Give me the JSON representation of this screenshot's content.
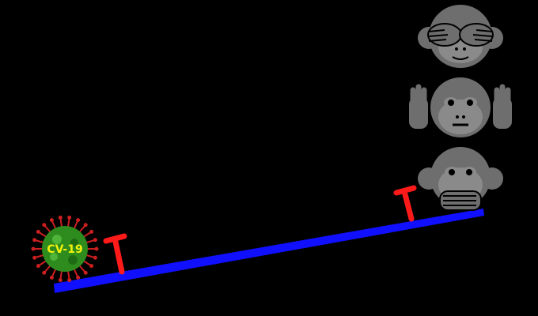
{
  "scene": {
    "background": "#000000",
    "virus": {
      "label": "CV-19",
      "icon": "coronavirus-icon",
      "body_color": "#2e8b1e",
      "spike_color": "#cc1f1f",
      "label_color": "#f2f20a"
    },
    "seesaw": {
      "plank_color": "#1010ff",
      "peg_color": "#ff1a1a",
      "tilt": "left-end-down"
    },
    "monkeys": [
      {
        "name": "see-no-evil",
        "icon": "see-no-evil-monkey-icon"
      },
      {
        "name": "hear-no-evil",
        "icon": "hear-no-evil-monkey-icon"
      },
      {
        "name": "speak-no-evil",
        "icon": "speak-no-evil-monkey-icon"
      }
    ],
    "monkey_color": "#6e6e6e",
    "monkey_face_color": "#8a8a8a"
  }
}
